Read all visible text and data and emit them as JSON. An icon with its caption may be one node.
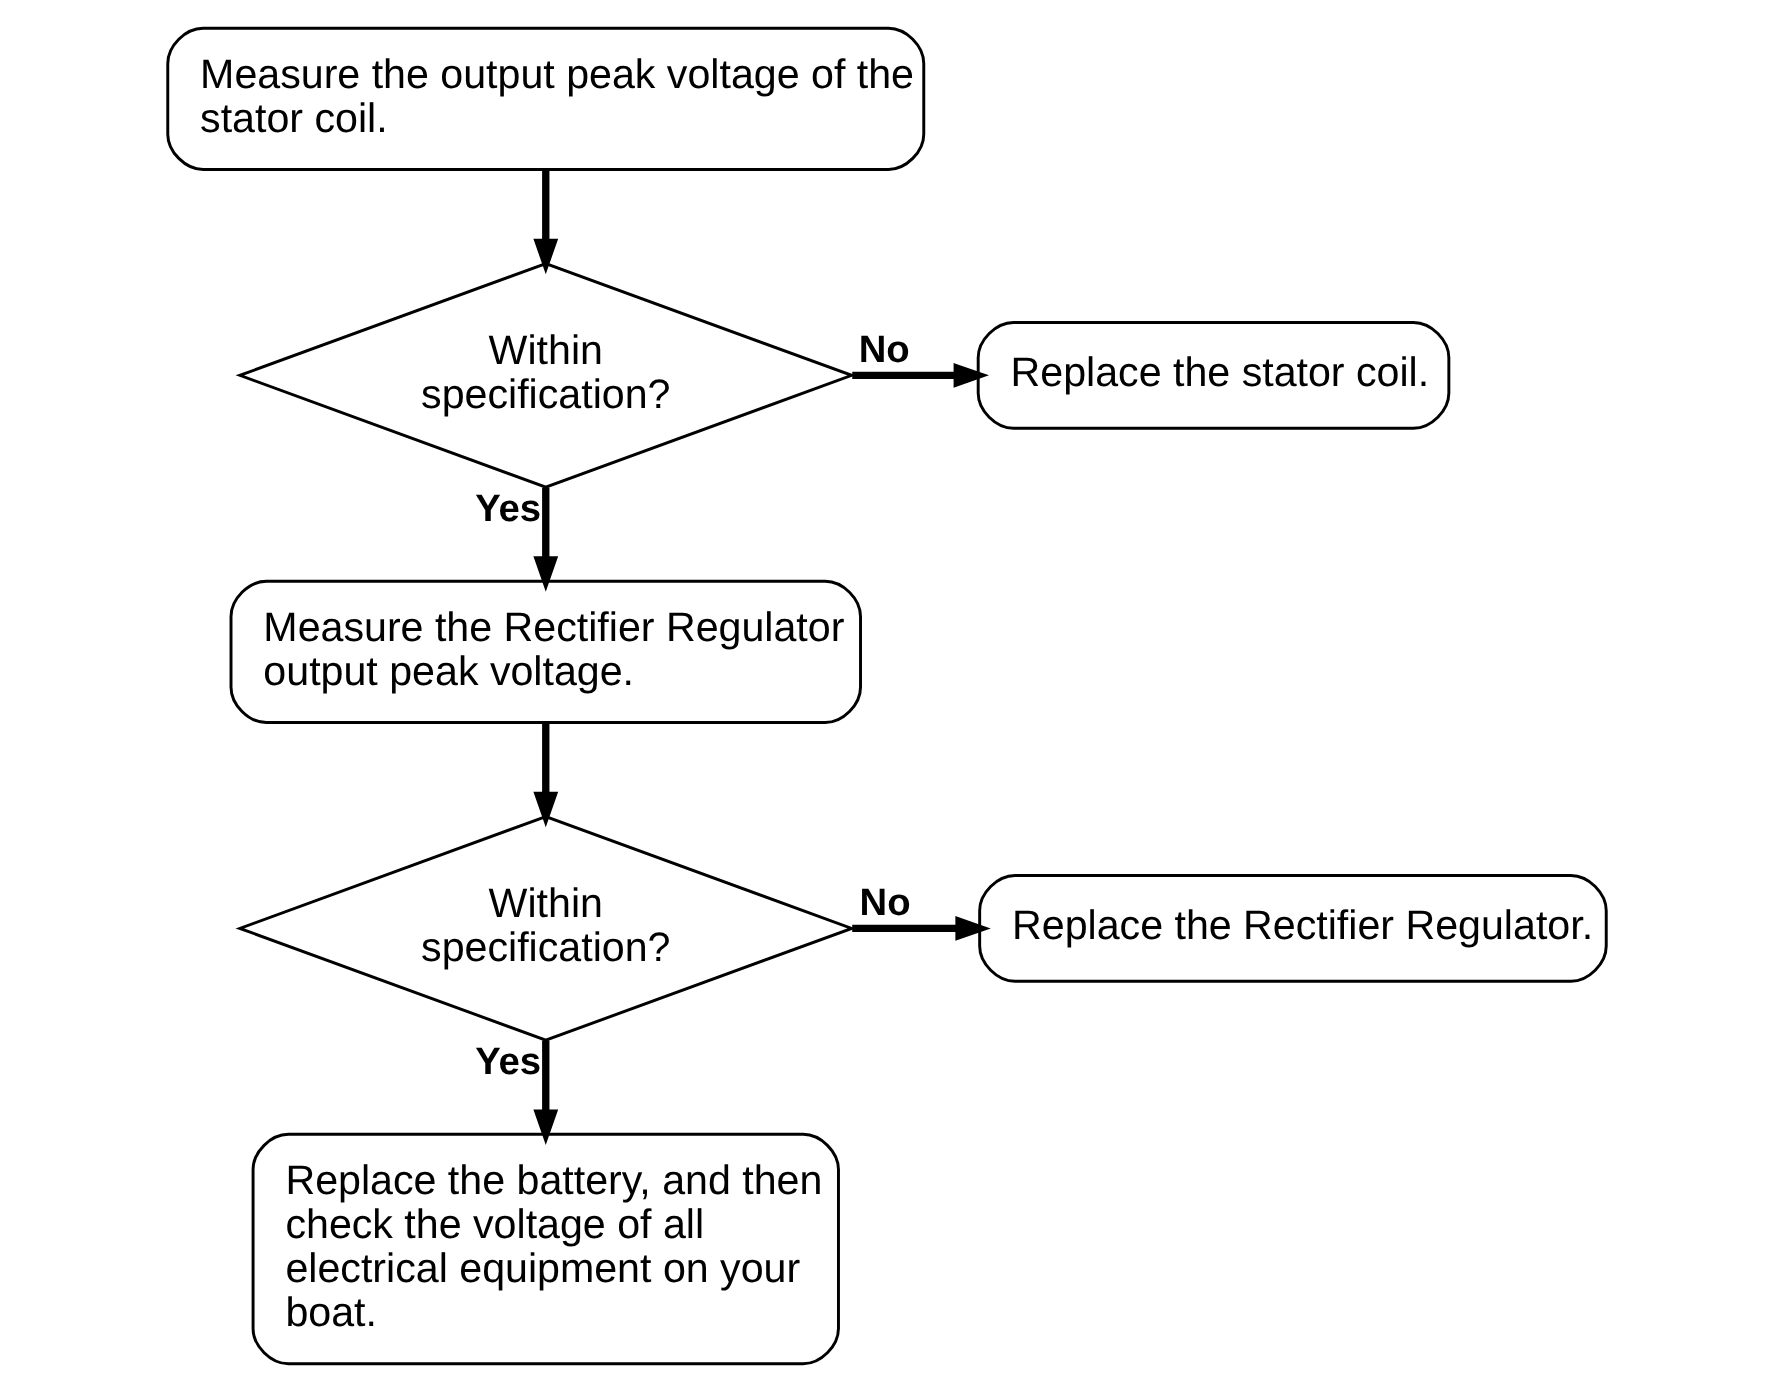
{
  "diagram": {
    "nodes": [
      {
        "text": [
          "Measure the output peak voltage of the stator coil."
        ]
      },
      {
        "text": [
          "Within specification?"
        ]
      },
      {
        "text": [
          "Replace the stator coil."
        ]
      },
      {
        "text": [
          "Measure the Rectifier Regulator output peak voltage."
        ]
      },
      {
        "text": [
          "Within specification?"
        ]
      },
      {
        "text": [
          "Replace the Rectifier Regulator."
        ]
      },
      {
        "text": [
          "Replace the battery, and then check the voltage of all electrical equipment on your boat."
        ]
      }
    ],
    "edges": [
      {
        "from": 0,
        "to": 1,
        "arrow": "to"
      },
      {
        "from": 1,
        "to": 2,
        "arrow": "to",
        "label": "No"
      },
      {
        "from": 1,
        "to": 3,
        "arrow": "to",
        "label": "Yes"
      },
      {
        "from": 3,
        "to": 4,
        "arrow": "to"
      },
      {
        "from": 4,
        "to": 5,
        "arrow": "to",
        "label": "No"
      },
      {
        "from": 4,
        "to": 6,
        "arrow": "to",
        "label": "Yes"
      }
    ]
  }
}
